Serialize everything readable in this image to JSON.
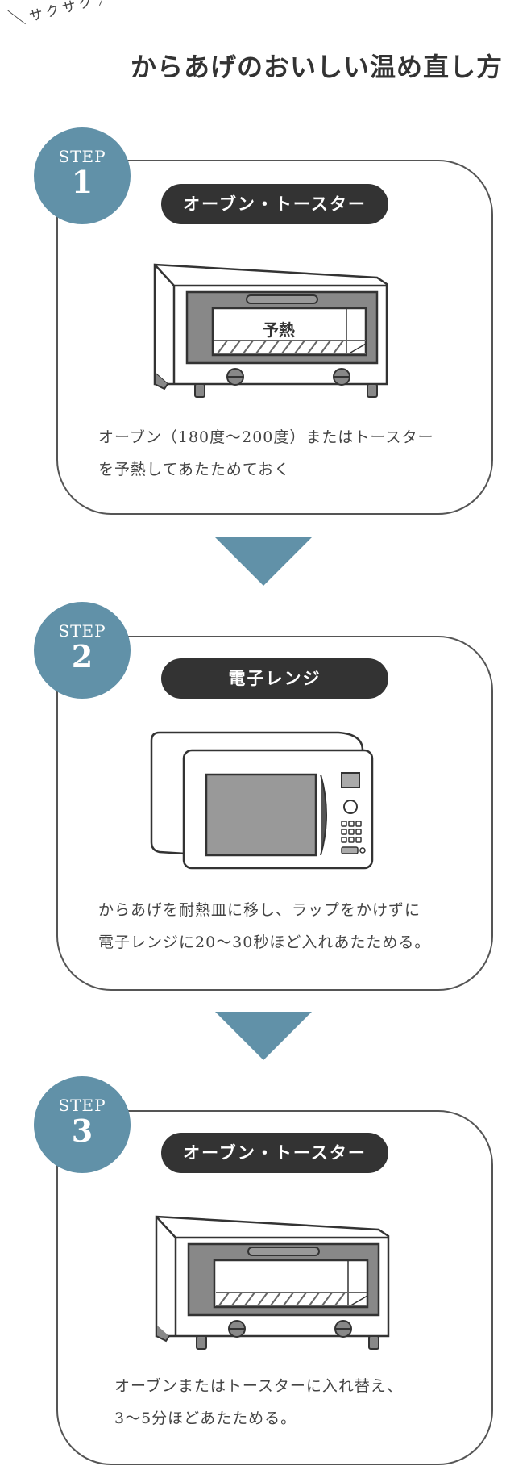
{
  "header": {
    "tagline": "サクサク",
    "title": "からあげのおいしい温め直し方"
  },
  "steps": [
    {
      "label": "STEP",
      "number": "1",
      "appliance": "オーブン・トースター",
      "illustration_text": "予熱",
      "lines": [
        "オーブン（180度〜200度）またはトースター",
        "を予熱してあたためておく"
      ]
    },
    {
      "label": "STEP",
      "number": "2",
      "appliance": "電子レンジ",
      "lines": [
        "からあげを耐熱皿に移し、ラップをかけずに",
        "電子レンジに20〜30秒ほど入れあたためる。"
      ]
    },
    {
      "label": "STEP",
      "number": "3",
      "appliance": "オーブン・トースター",
      "lines": [
        "オーブンまたはトースターに入れ替え、",
        "3〜5分ほどあたためる。"
      ]
    }
  ],
  "colors": {
    "accent": "#6191a8",
    "pill": "#333333",
    "line": "#555555"
  },
  "icons": [
    "toaster-oven-icon",
    "microwave-icon",
    "down-arrow-icon"
  ]
}
